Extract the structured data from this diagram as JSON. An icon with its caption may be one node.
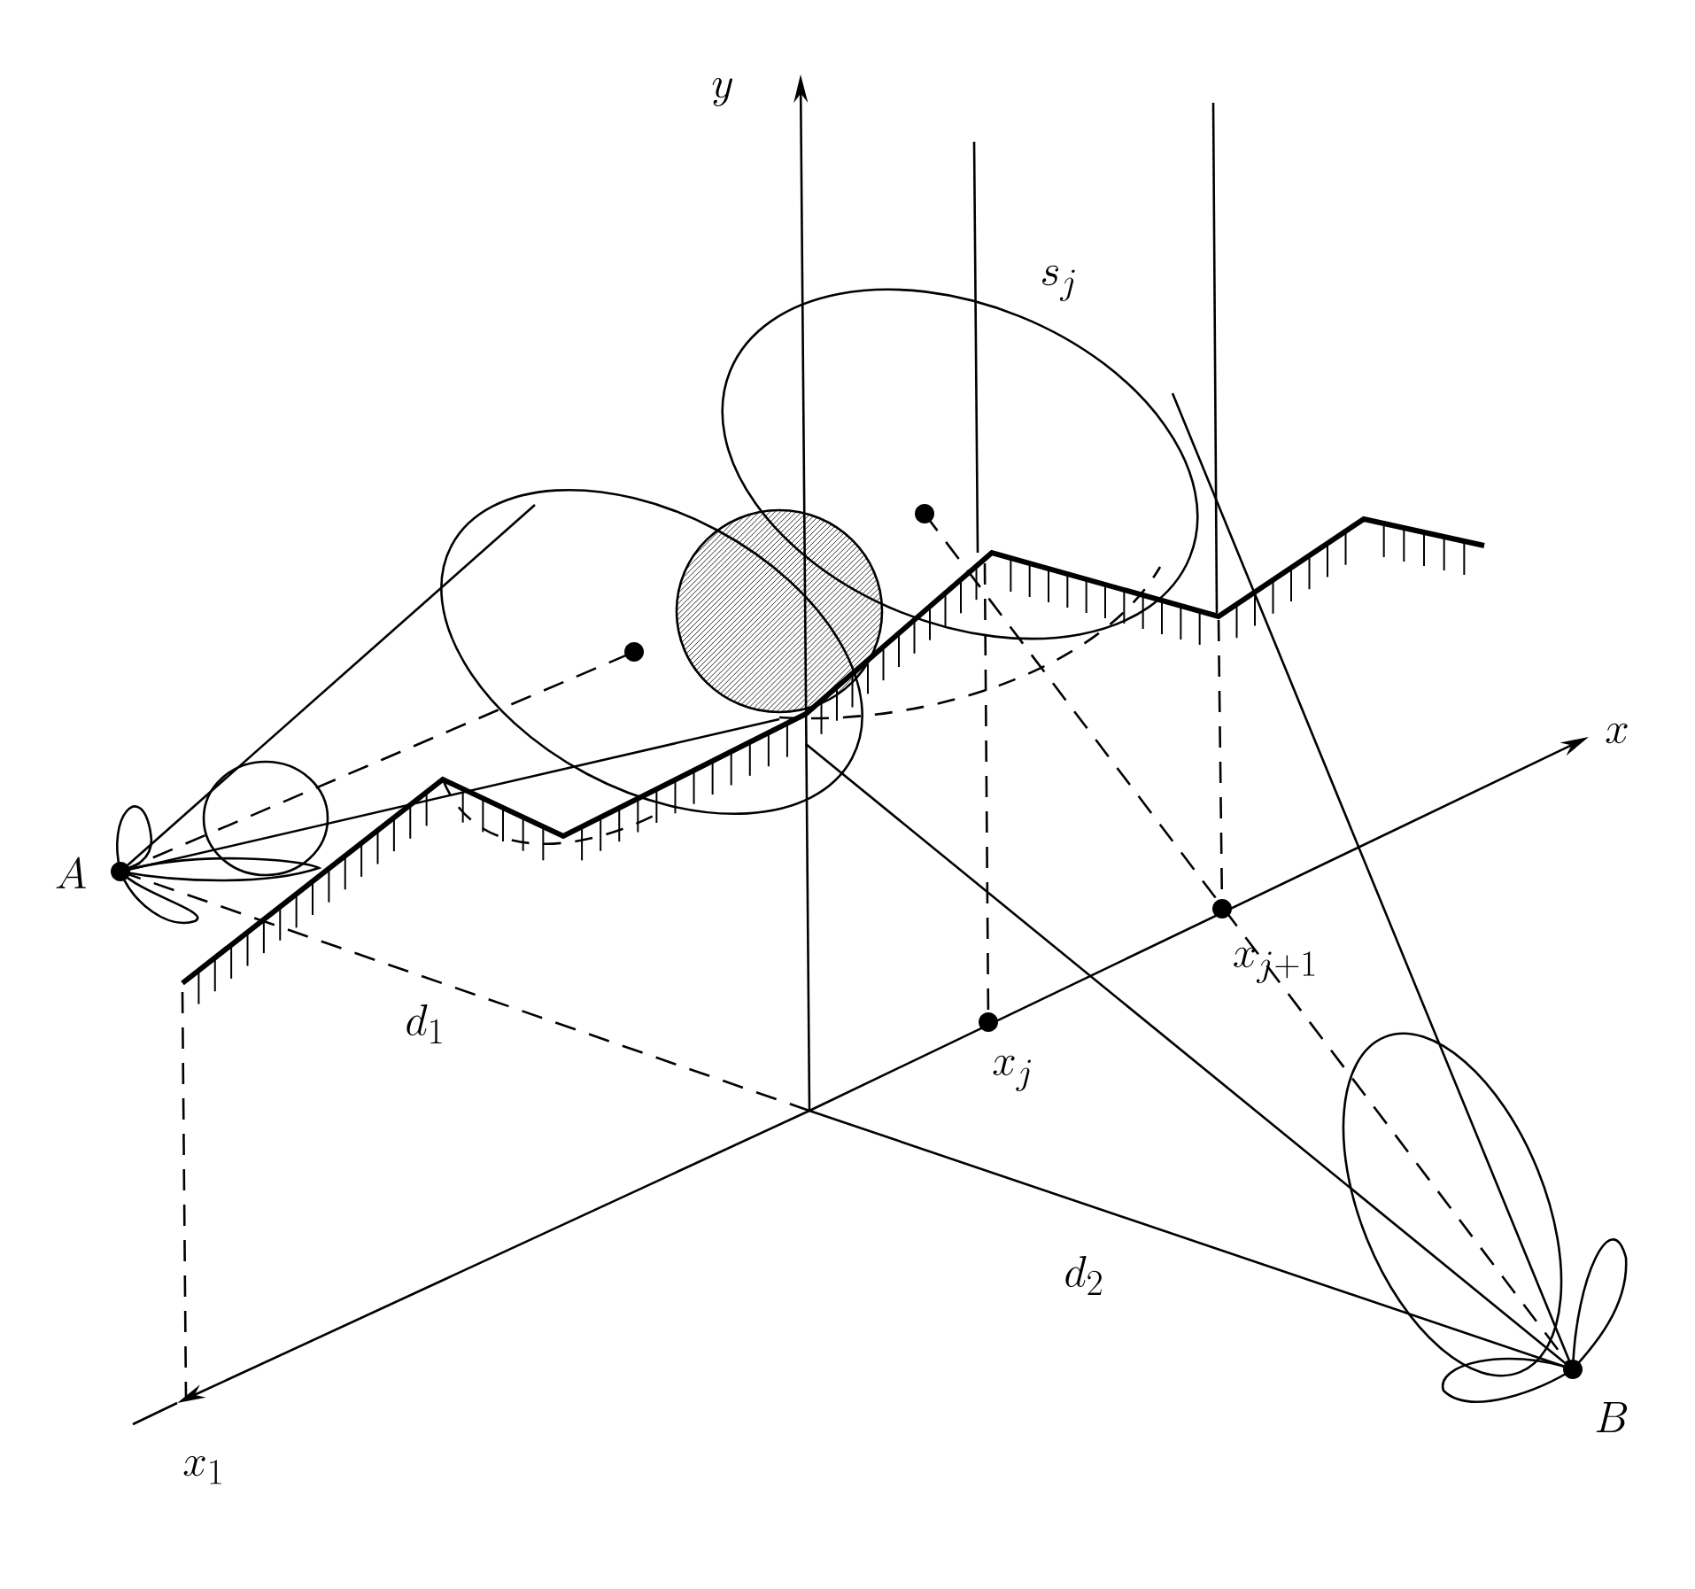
{
  "diagram": {
    "labels": [
      "y",
      "s_j",
      "x",
      "A",
      "x_{j + 1}",
      "d_1",
      "x_j",
      "d_2",
      "B",
      "x_1"
    ]
  }
}
